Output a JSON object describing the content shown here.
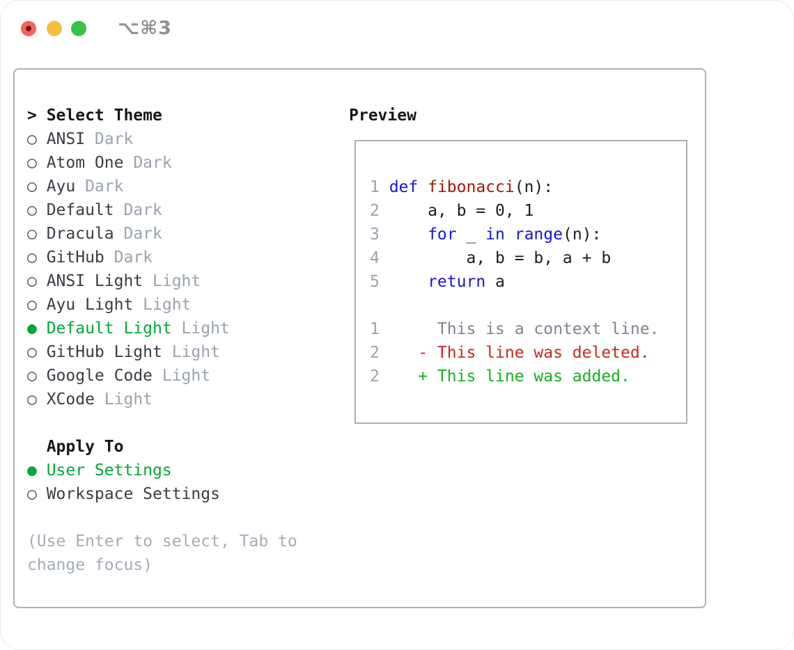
{
  "window": {
    "shortcut": "⌥⌘3"
  },
  "glyphs": {
    "cursor": ">",
    "radio_off": "○",
    "radio_on": "●"
  },
  "theme_list": {
    "header": "Select Theme",
    "items": [
      {
        "name": "ANSI",
        "tag": "Dark",
        "selected": false
      },
      {
        "name": "Atom One",
        "tag": "Dark",
        "selected": false
      },
      {
        "name": "Ayu",
        "tag": "Dark",
        "selected": false
      },
      {
        "name": "Default",
        "tag": "Dark",
        "selected": false
      },
      {
        "name": "Dracula",
        "tag": "Dark",
        "selected": false
      },
      {
        "name": "GitHub",
        "tag": "Dark",
        "selected": false
      },
      {
        "name": "ANSI Light",
        "tag": "Light",
        "selected": false
      },
      {
        "name": "Ayu Light",
        "tag": "Light",
        "selected": false
      },
      {
        "name": "Default Light",
        "tag": "Light",
        "selected": true
      },
      {
        "name": "GitHub Light",
        "tag": "Light",
        "selected": false
      },
      {
        "name": "Google Code",
        "tag": "Light",
        "selected": false
      },
      {
        "name": "XCode",
        "tag": "Light",
        "selected": false
      }
    ]
  },
  "apply_to": {
    "header": "Apply To",
    "options": [
      {
        "label": "User Settings",
        "selected": true
      },
      {
        "label": "Workspace Settings",
        "selected": false
      }
    ]
  },
  "help": {
    "line1": "(Use Enter to select, Tab to",
    "line2": "change focus)"
  },
  "preview": {
    "title": "Preview",
    "lines": [
      {
        "num": "1",
        "segs": [
          {
            "t": "def",
            "c": "kw"
          },
          {
            "t": " ",
            "c": "pl"
          },
          {
            "t": "fibonacci",
            "c": "fn"
          },
          {
            "t": "(n):",
            "c": "pl"
          }
        ]
      },
      {
        "num": "2",
        "segs": [
          {
            "t": "    a, b = 0, 1",
            "c": "pl"
          }
        ]
      },
      {
        "num": "3",
        "segs": [
          {
            "t": "    ",
            "c": "pl"
          },
          {
            "t": "for",
            "c": "kw"
          },
          {
            "t": " _ ",
            "c": "pl"
          },
          {
            "t": "in",
            "c": "kw"
          },
          {
            "t": " ",
            "c": "pl"
          },
          {
            "t": "range",
            "c": "kw"
          },
          {
            "t": "(n):",
            "c": "pl"
          }
        ]
      },
      {
        "num": "4",
        "segs": [
          {
            "t": "        a, b = b, a + b",
            "c": "pl"
          }
        ]
      },
      {
        "num": "5",
        "segs": [
          {
            "t": "    ",
            "c": "pl"
          },
          {
            "t": "return",
            "c": "kw"
          },
          {
            "t": " a",
            "c": "pl"
          }
        ]
      },
      {
        "num": "",
        "segs": []
      },
      {
        "num": "1",
        "segs": [
          {
            "t": "     This is a context line.",
            "c": "ctx"
          }
        ]
      },
      {
        "num": "2",
        "segs": [
          {
            "t": "   - This line was deleted.",
            "c": "del"
          }
        ]
      },
      {
        "num": "2",
        "segs": [
          {
            "t": "   + This line was added.",
            "c": "add"
          }
        ]
      }
    ]
  },
  "colors": {
    "selection_green": "#00a838",
    "added_green": "#12b11e",
    "deleted_red": "#c52a1c",
    "keyword_blue": "#1515d8",
    "function_red": "#a8150b",
    "context_gray": "#7c8591",
    "line_number_gray": "#98a2ae",
    "tag_gray": "#9aa3b0",
    "help_gray": "#a3acb8",
    "border_gray": "#a8b0ba",
    "text_dark": "#15181d",
    "traffic_red": "#f4625c",
    "traffic_yellow": "#f7bd3e",
    "traffic_green": "#37c348"
  }
}
